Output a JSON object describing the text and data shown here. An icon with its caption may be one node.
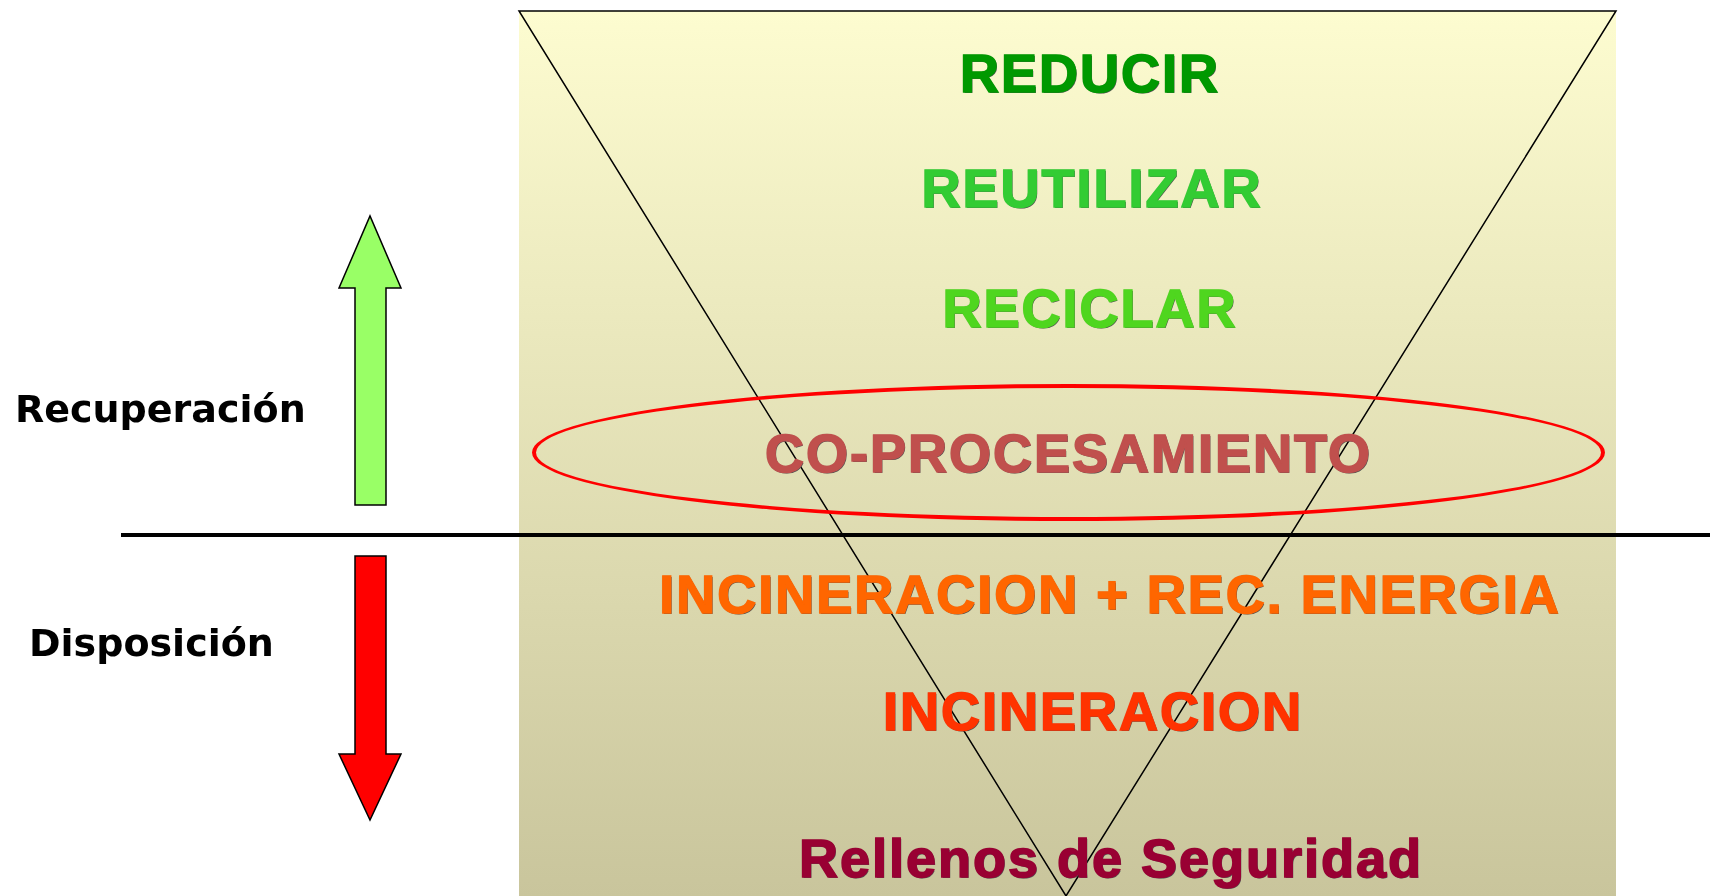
{
  "diagram": {
    "nodes": [
      {
        "text": [
          "CO-PROCESAMIENTO"
        ]
      }
    ],
    "edges": [],
    "labels": [
      "REDUCIR",
      "REUTILIZAR",
      "RECICLAR",
      "Recuperación",
      "INCINERACION + REC. ENERGIA",
      "Disposición",
      "INCINERACION",
      "Rellenos de Seguridad"
    ]
  }
}
